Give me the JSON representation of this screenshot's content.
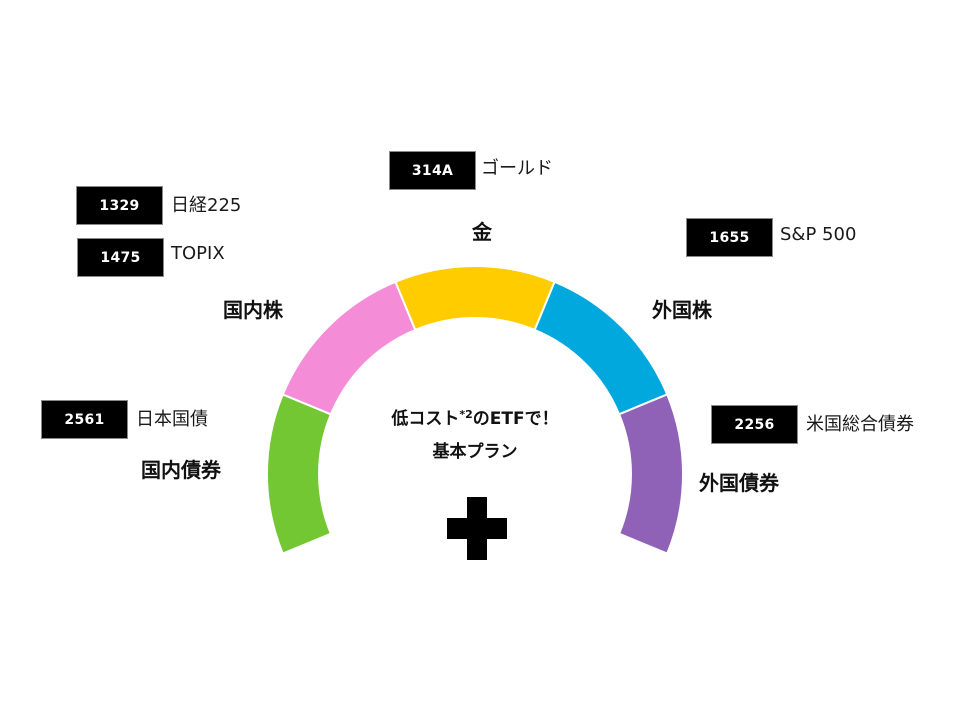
{
  "diagram": {
    "center_text": {
      "line1_prefix": "低コスト",
      "footnote": "*2",
      "line1_suffix": "のETFで！",
      "line2": "基本プラン"
    },
    "plus_icon": "plus-icon",
    "segments": [
      {
        "key": "domestic_bonds",
        "label": "国内債券",
        "color": "#72c732"
      },
      {
        "key": "domestic_stocks",
        "label": "国内株",
        "color": "#f48cd8"
      },
      {
        "key": "gold",
        "label": "金",
        "color": "#ffcc00"
      },
      {
        "key": "foreign_stocks",
        "label": "外国株",
        "color": "#00a8dd"
      },
      {
        "key": "foreign_bonds",
        "label": "外国債券",
        "color": "#8f62b8"
      }
    ],
    "etfs": [
      {
        "code": "2561",
        "name": "日本国債",
        "category": "国内債券"
      },
      {
        "code": "1329",
        "name": "日経225",
        "category": "国内株"
      },
      {
        "code": "1475",
        "name": "TOPIX",
        "category": "国内株"
      },
      {
        "code": "314A",
        "name": "ゴールド",
        "category": "金"
      },
      {
        "code": "1655",
        "name": "S&P 500",
        "category": "外国株"
      },
      {
        "code": "2256",
        "name": "米国総合債券",
        "category": "外国債券"
      }
    ]
  }
}
